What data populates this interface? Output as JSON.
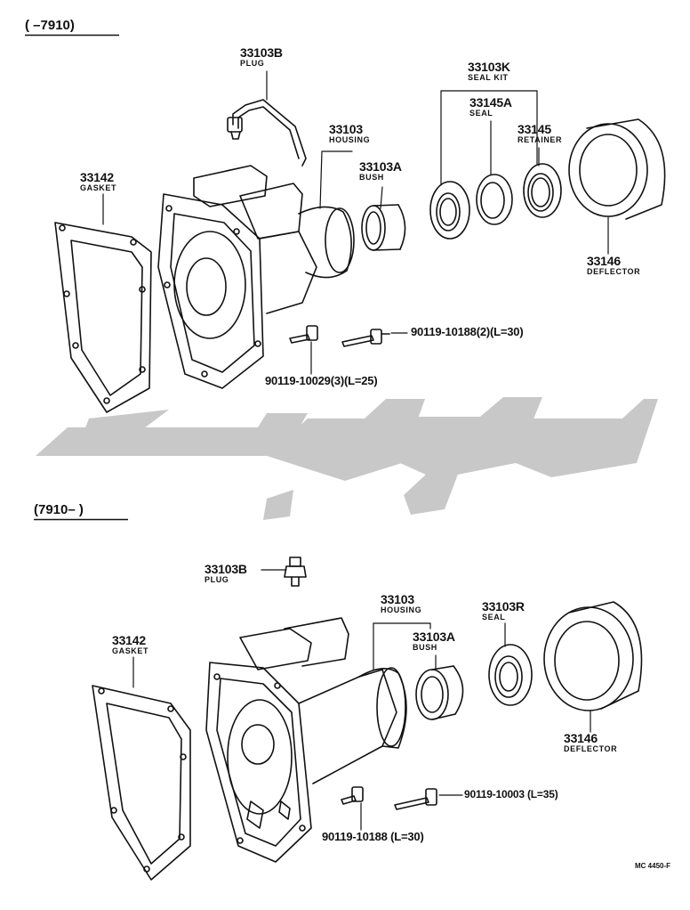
{
  "top": {
    "range": "(      –7910)",
    "labels": {
      "plug": {
        "num": "33103B",
        "name": "PLUG"
      },
      "housing": {
        "num": "33103",
        "name": "HOUSING"
      },
      "bush": {
        "num": "33103A",
        "name": "BUSH"
      },
      "seal_kit": {
        "num": "33103K",
        "name": "SEAL KIT"
      },
      "seal": {
        "num": "33145A",
        "name": "SEAL"
      },
      "retainer": {
        "num": "33145",
        "name": "RETAINER"
      },
      "gasket": {
        "num": "33142",
        "name": "GASKET"
      },
      "deflector": {
        "num": "33146",
        "name": "DEFLECTOR"
      },
      "bolt_long": "90119-10188(2)(L=30)",
      "bolt_short": "90119-10029(3)(L=25)"
    }
  },
  "bottom": {
    "range": "(7910–        )",
    "labels": {
      "plug": {
        "num": "33103B",
        "name": "PLUG"
      },
      "housing": {
        "num": "33103",
        "name": "HOUSING"
      },
      "bush": {
        "num": "33103A",
        "name": "BUSH"
      },
      "seal": {
        "num": "33103R",
        "name": "SEAL"
      },
      "gasket": {
        "num": "33142",
        "name": "GASKET"
      },
      "deflector": {
        "num": "33146",
        "name": "DEFLECTOR"
      },
      "bolt_long": "90119-10003 (L=35)",
      "bolt_short": "90119-10188 (L=30)"
    }
  },
  "code": "MC 4450-F",
  "colors": {
    "ink": "#111111",
    "watermark": "#c8c8c8"
  }
}
